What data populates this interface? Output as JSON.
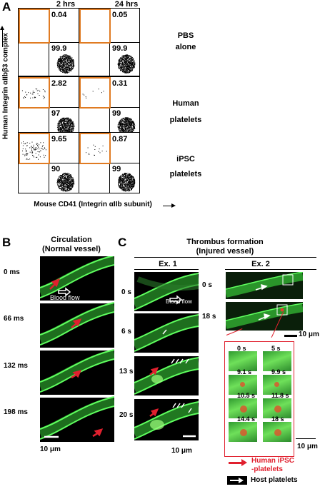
{
  "panelA": {
    "letter": "A",
    "time_headers": [
      "2 hrs",
      "24 hrs"
    ],
    "yaxis_label": "Human Integrin αIIbβ3 complex",
    "xaxis_label": "Mouse CD41 (Integrin αIIb subunit)",
    "rows": [
      {
        "label1": "PBS",
        "label2": "alone",
        "plots": [
          {
            "upper_left": "0.04",
            "lower_right": "99.9"
          },
          {
            "upper_left": "0.05",
            "lower_right": "99.9"
          }
        ]
      },
      {
        "label1": "Human",
        "label2": "platelets",
        "plots": [
          {
            "upper_left": "2.82",
            "lower_right": "97"
          },
          {
            "upper_left": "0.31",
            "lower_right": "99"
          }
        ]
      },
      {
        "label1": "iPSC",
        "label2": "platelets",
        "plots": [
          {
            "upper_left": "9.65",
            "lower_right": "90"
          },
          {
            "upper_left": "0.87",
            "lower_right": "99"
          }
        ]
      }
    ]
  },
  "panelB": {
    "letter": "B",
    "title1": "Circulation",
    "title2": "(Normal vessel)",
    "times": [
      "0 ms",
      "66 ms",
      "132 ms",
      "198 ms"
    ],
    "flow_label": "Blood flow",
    "scale": "10 μm"
  },
  "panelC": {
    "letter": "C",
    "title1": "Thrombus formation",
    "title2": "(Injured vessel)",
    "ex1_label": "Ex. 1",
    "ex2_label": "Ex. 2",
    "ex1_times": [
      "0 s",
      "6 s",
      "13 s",
      "20 s"
    ],
    "ex2_times": [
      "0 s",
      "18 s"
    ],
    "flow_label": "Blood flow",
    "scale_ex1": "10 μm",
    "scale_ex2": "10 μm",
    "scale_inset": "10 μm",
    "inset_times": [
      "0 s",
      "5 s",
      "9.1 s",
      "9.9 s",
      "10.5 s",
      "11.8 s",
      "14.4 s",
      "18 s"
    ],
    "legend_red": "Human iPSC",
    "legend_red2": "-platelets",
    "legend_host": "Host platelets"
  },
  "colors": {
    "gate": "#e07b22",
    "red_arrow": "#e0202e",
    "vessel_green": "#3fd03a"
  }
}
